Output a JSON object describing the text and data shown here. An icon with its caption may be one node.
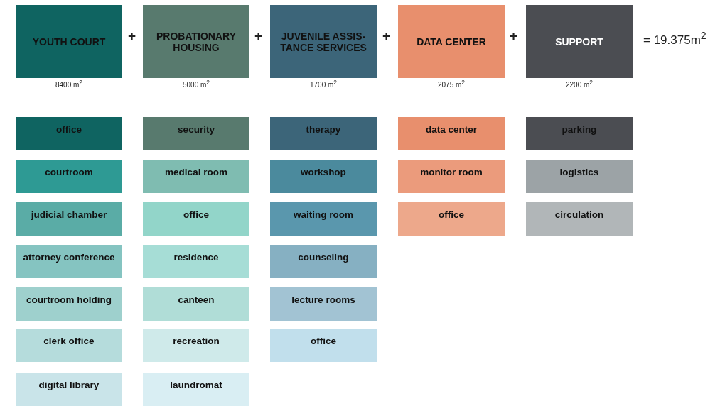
{
  "diagram": {
    "nodes": [
      {
        "text": [
          "YOUTH COURT"
        ],
        "beside": [
          "8400 m$^{2}$"
        ]
      },
      {
        "text": [
          "PROBATIONARY HOUSING"
        ],
        "beside": [
          "5000 m$^{2}$"
        ]
      },
      {
        "text": [
          "JUVENILE ASSIS-TANCE SERVICES"
        ],
        "beside": [
          "1700 m$^{2}$"
        ]
      },
      {
        "text": [
          "DATA CENTER"
        ],
        "beside": [
          "2075 m$^{2}$"
        ]
      },
      {
        "text": [
          "SUPPORT"
        ],
        "beside": [
          "2200 m$^{2}$"
        ]
      },
      {
        "text": [
          "office"
        ]
      },
      {
        "text": [
          "courtroom"
        ]
      },
      {
        "text": [
          "judicial chamber"
        ]
      },
      {
        "text": [
          "attorney conference"
        ]
      },
      {
        "text": [
          "courtroom holding"
        ]
      },
      {
        "text": [
          "clerk office"
        ]
      },
      {
        "text": [
          "digital library"
        ]
      },
      {
        "text": [
          "security"
        ]
      },
      {
        "text": [
          "medical room"
        ]
      },
      {
        "text": [
          "office"
        ]
      },
      {
        "text": [
          "residence"
        ]
      },
      {
        "text": [
          "canteen"
        ]
      },
      {
        "text": [
          "recreation"
        ]
      },
      {
        "text": [
          "laundromat"
        ]
      },
      {
        "text": [
          "therapy"
        ]
      },
      {
        "text": [
          "workshop"
        ]
      },
      {
        "text": [
          "waiting room"
        ]
      },
      {
        "text": [
          "counseling"
        ]
      },
      {
        "text": [
          "lecture rooms"
        ]
      },
      {
        "text": [
          "office"
        ]
      },
      {
        "text": [
          "data center"
        ]
      },
      {
        "text": [
          "monitor room"
        ]
      },
      {
        "text": [
          "office"
        ]
      },
      {
        "text": [
          "parking"
        ]
      },
      {
        "text": [
          "logistics"
        ]
      },
      {
        "text": [
          "circulation"
        ]
      }
    ],
    "labels": [
      "+",
      "+",
      "+",
      "+",
      "= 19.375m$^{2}$"
    ]
  }
}
